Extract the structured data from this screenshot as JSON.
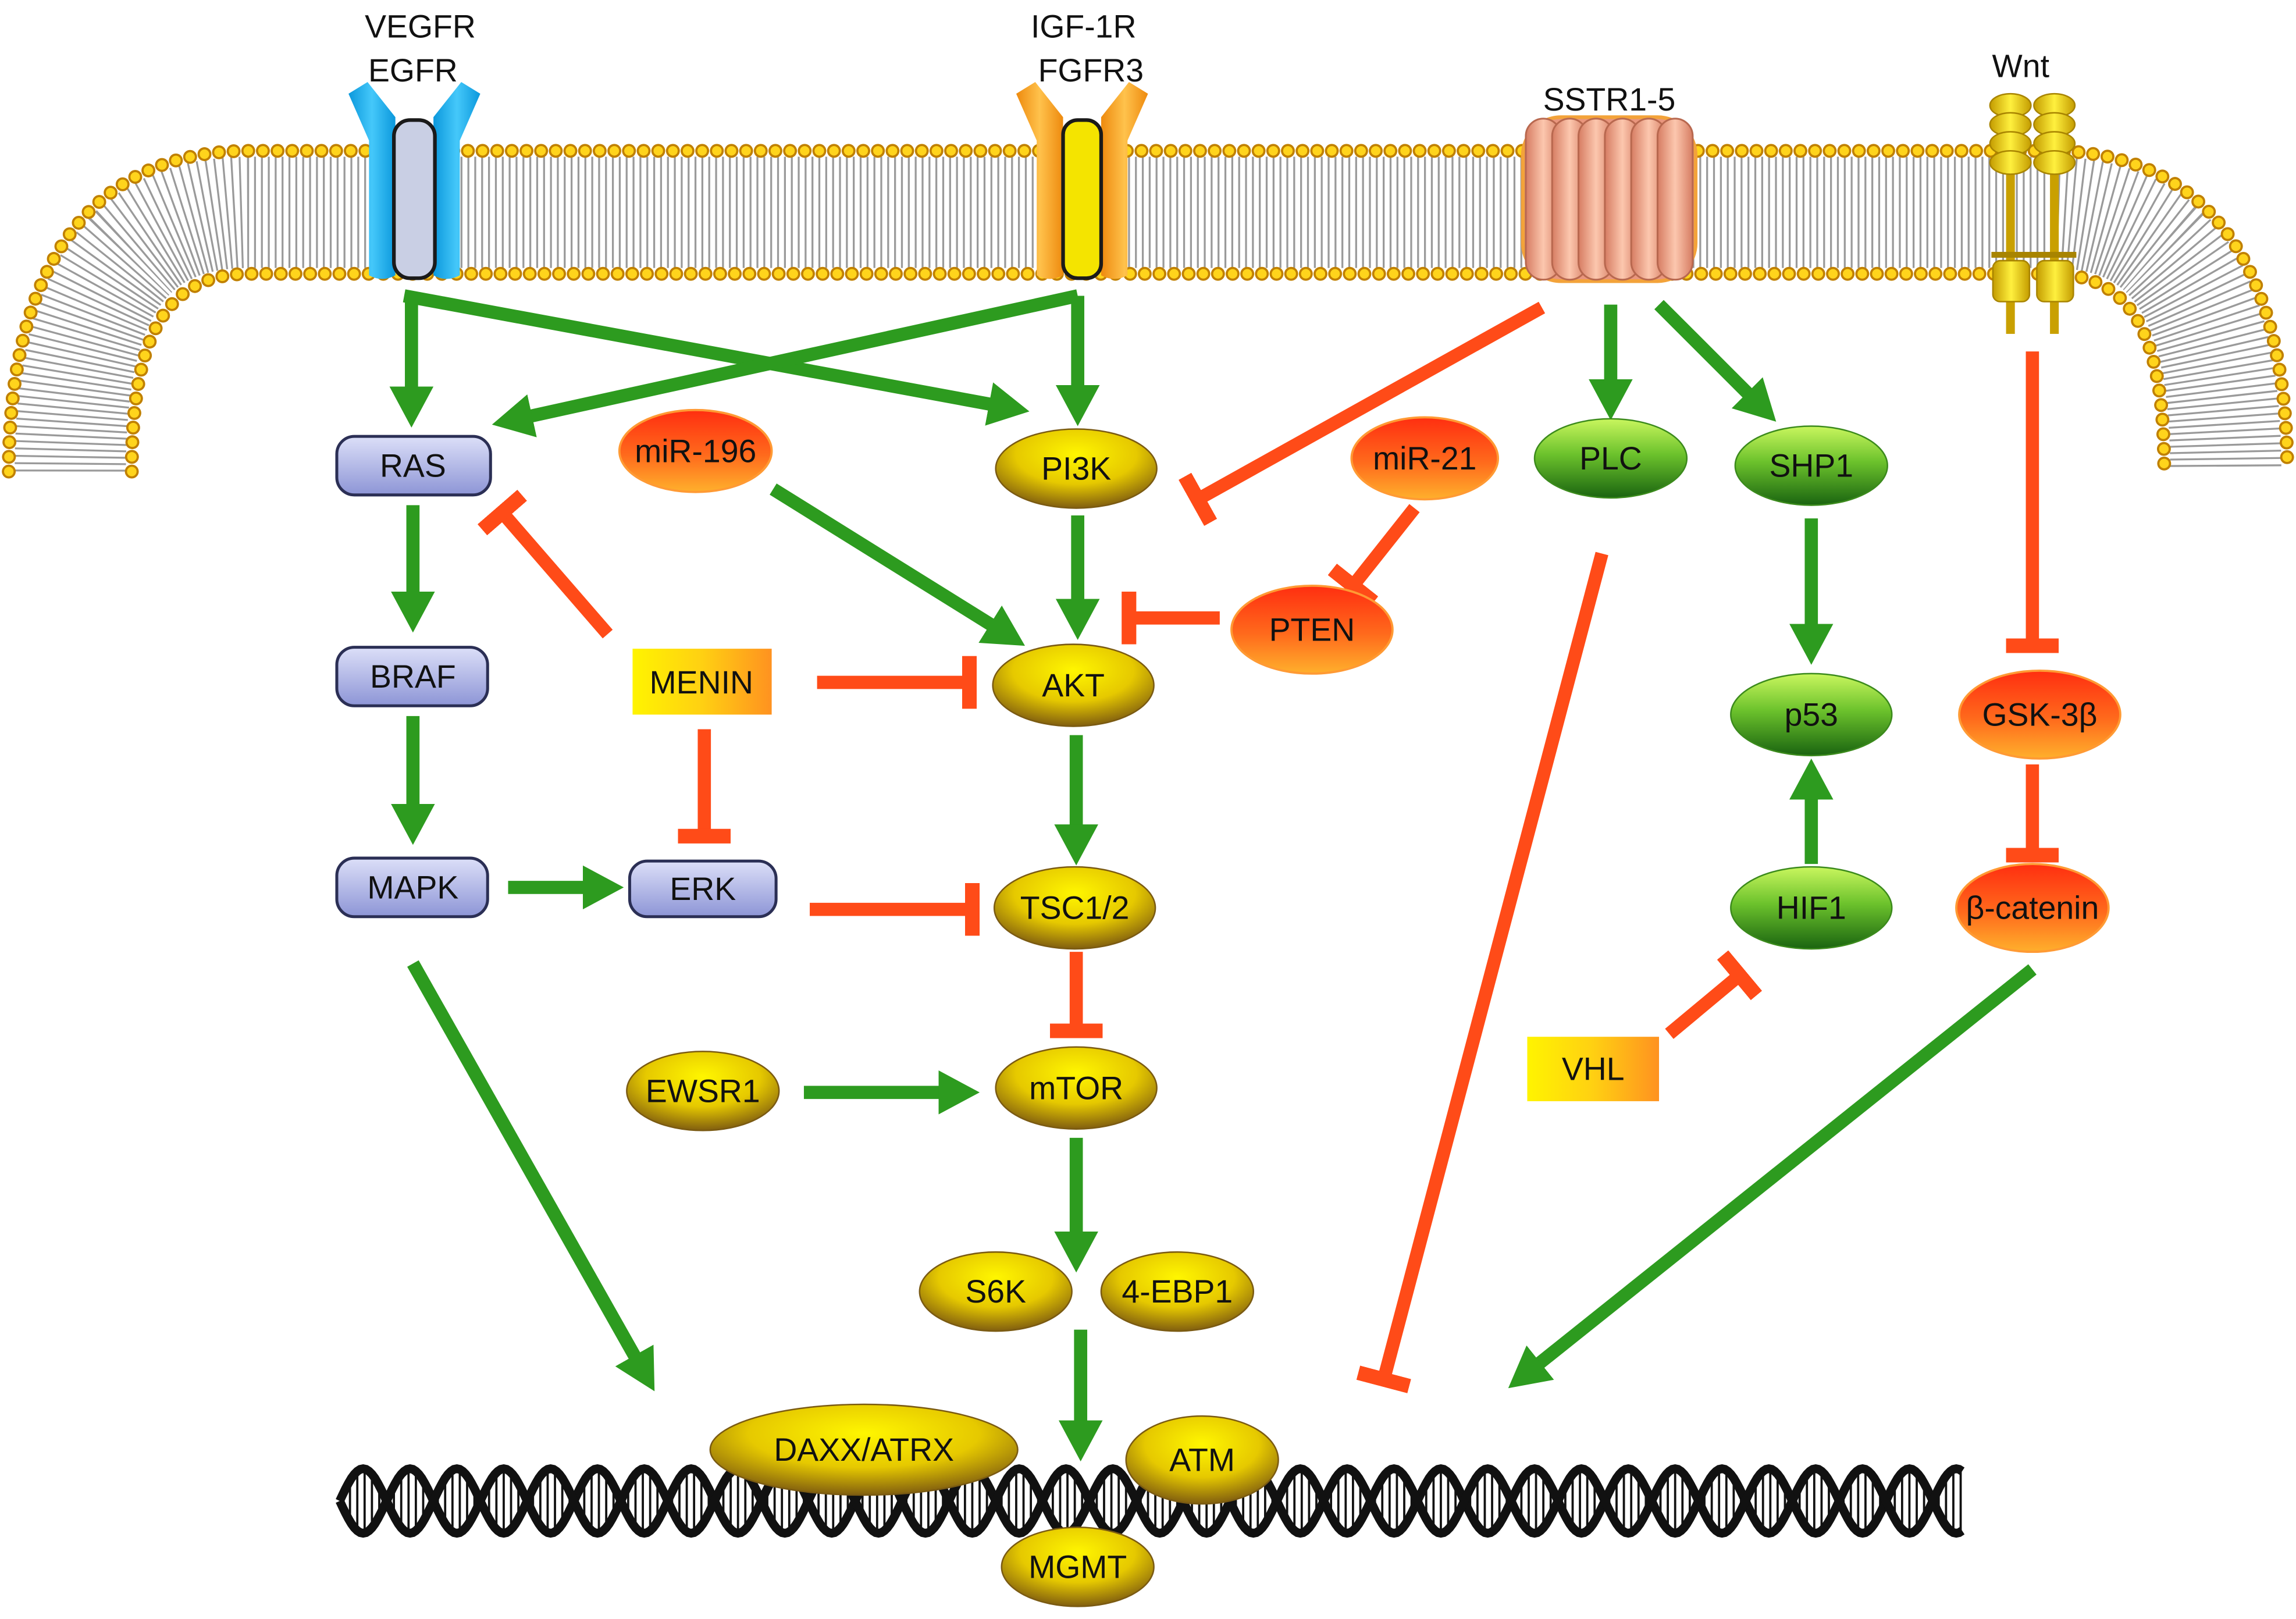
{
  "receptors": {
    "vegfr_egfr": {
      "line1": "VEGFR",
      "line2": "EGFR"
    },
    "igf1r_fgfr3": {
      "line1": "IGF-1R",
      "line2": "FGFR3"
    },
    "sstr": "SSTR1-5",
    "wnt": "Wnt"
  },
  "nodes": {
    "ras": "RAS",
    "braf": "BRAF",
    "mapk": "MAPK",
    "erk": "ERK",
    "mir196": "miR-196",
    "menin": "MENIN",
    "pi3k": "PI3K",
    "akt": "AKT",
    "tsc": "TSC1/2",
    "mtor": "mTOR",
    "ewsr1": "EWSR1",
    "s6k": "S6K",
    "ebp1": "4-EBP1",
    "mir21": "miR-21",
    "pten": "PTEN",
    "plc": "PLC",
    "shp1": "SHP1",
    "p53": "p53",
    "hif1": "HIF1",
    "vhl": "VHL",
    "gsk3b": "GSK-3β",
    "bcatenin": "β-catenin",
    "daxx_atrx": "DAXX/ATRX",
    "atm": "ATM",
    "mgmt": "MGMT"
  },
  "colors": {
    "activation": "#2d9b1f",
    "inhibition": "#ff4b18"
  }
}
